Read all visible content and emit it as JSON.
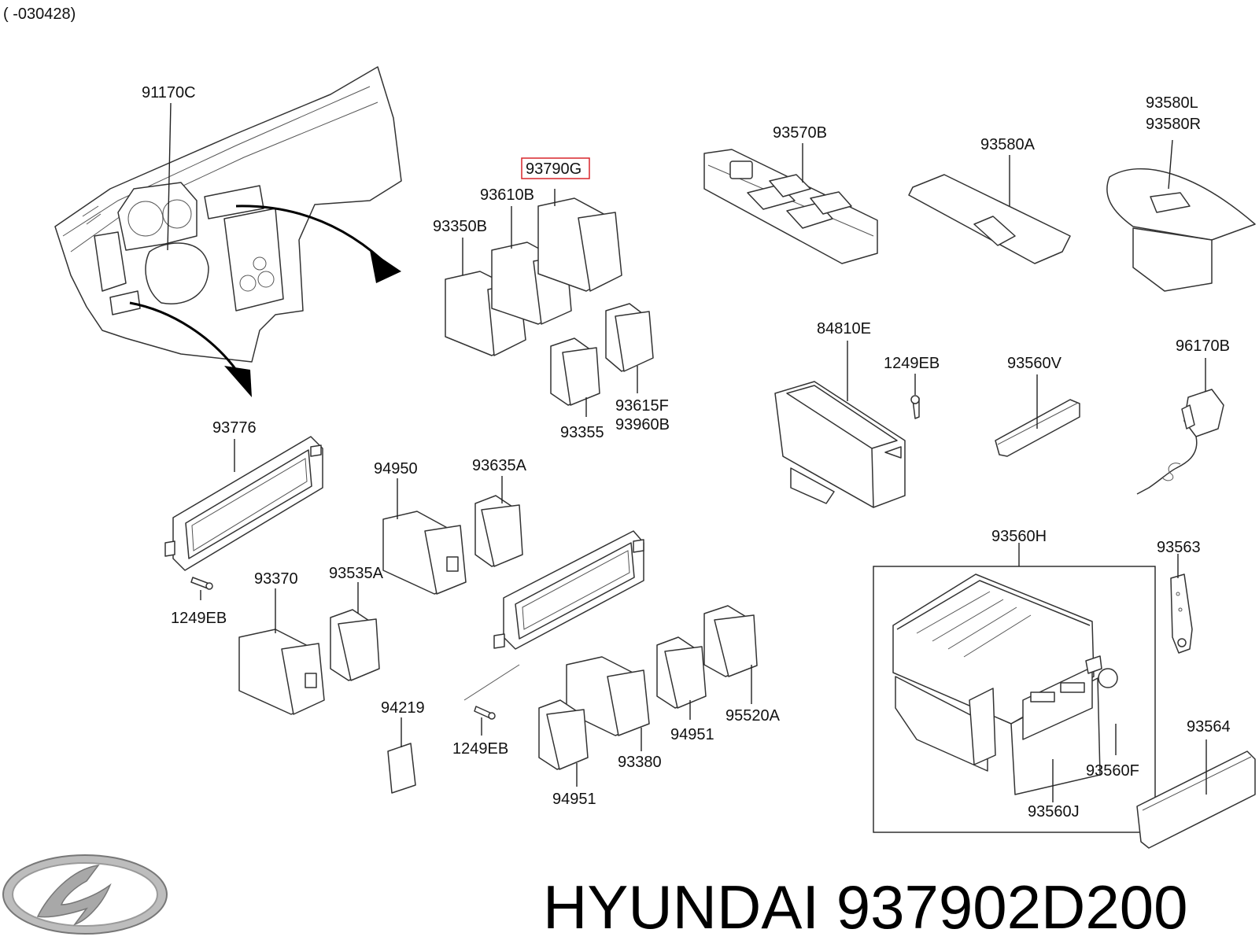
{
  "header": {
    "date_range": "( -030428)"
  },
  "highlight_color": "#d9262b",
  "brand": {
    "logo": "hyundai-logo",
    "text": "HYUNDAI 937902D200"
  },
  "parts": {
    "p91170C": "91170C",
    "p93790G": "93790G",
    "p93610B": "93610B",
    "p93350B": "93350B",
    "p93570B": "93570B",
    "p93580A": "93580A",
    "p93580L": "93580L",
    "p93580R": "93580R",
    "p84810E": "84810E",
    "p1249EB_a": "1249EB",
    "p93560V": "93560V",
    "p96170B": "96170B",
    "p93615F": "93615F",
    "p93960B": "93960B",
    "p93355": "93355",
    "p93776": "93776",
    "p94950": "94950",
    "p93635A": "93635A",
    "p1249EB_b": "1249EB",
    "p93370": "93370",
    "p93535A": "93535A",
    "p94219": "94219",
    "p1249EB_c": "1249EB",
    "p94951_a": "94951",
    "p95520A": "95520A",
    "p93380": "93380",
    "p94951_b": "94951",
    "p93560H": "93560H",
    "p93563": "93563",
    "p93564": "93564",
    "p93560F": "93560F",
    "p93560J": "93560J"
  }
}
